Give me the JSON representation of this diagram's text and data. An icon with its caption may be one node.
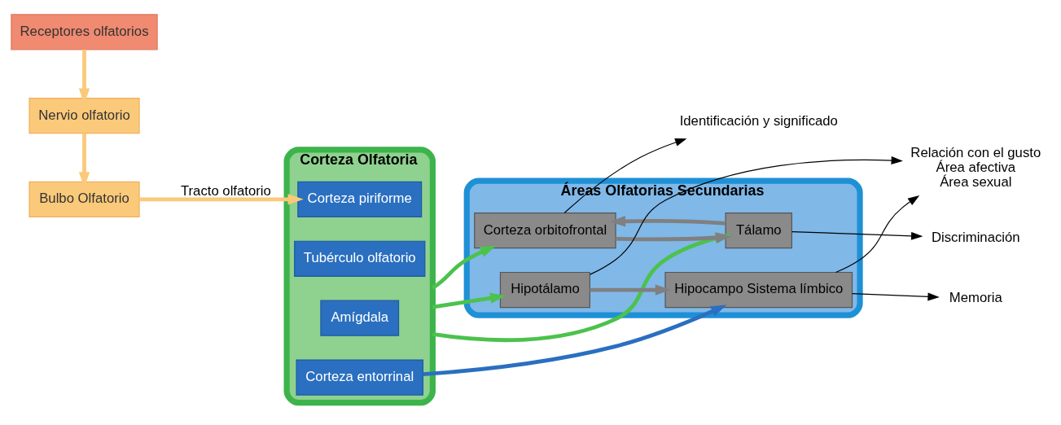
{
  "diagram": {
    "nodes": [
      {
        "text": [
          "Receptores olfatorios"
        ]
      },
      {
        "text": [
          "Nervio olfatorio"
        ]
      },
      {
        "text": [
          "Bulbo Olfatorio"
        ]
      },
      {
        "text": [
          "Corteza Olfatoria"
        ]
      },
      {
        "text": [
          "Corteza piriforme"
        ],
        "in": 3
      },
      {
        "text": [
          "Tubérculo olfatorio"
        ],
        "in": 3
      },
      {
        "text": [
          "Amígdala"
        ],
        "in": 3
      },
      {
        "text": [
          "Corteza entorrinal"
        ],
        "in": 3
      },
      {
        "text": [
          "Áreas Olfatorias Secundarias"
        ]
      },
      {
        "text": [
          "Corteza orbitofrontal"
        ],
        "in": 8
      },
      {
        "text": [
          "Tálamo"
        ],
        "in": 8
      },
      {
        "text": [
          "Hipotálamo"
        ],
        "in": 8
      },
      {
        "text": [
          "Hipocampo Sistema límbico"
        ],
        "in": 8
      },
      {
        "text": [
          "Identificación y significado"
        ]
      },
      {
        "text": [
          "Discriminación"
        ]
      },
      {
        "text": [
          "Relación con el gusto",
          "Área afectiva",
          "Área sexual"
        ]
      },
      {
        "text": [
          "Memoria"
        ]
      }
    ],
    "edges": [
      {
        "from": 0,
        "to": 1,
        "arrow": "to",
        "color": "#fbc97a"
      },
      {
        "from": 1,
        "to": 2,
        "arrow": "to",
        "color": "#fbc97a"
      },
      {
        "from": 2,
        "to": 4,
        "arrow": "to",
        "label": "Tracto olfatorio",
        "color": "#fbc97a"
      },
      {
        "from": 3,
        "to": 9,
        "arrow": "to",
        "color": "#4cc24c"
      },
      {
        "from": 3,
        "to": 10,
        "arrow": "to",
        "color": "#4cc24c"
      },
      {
        "from": 3,
        "to": 11,
        "arrow": "to",
        "color": "#4cc24c"
      },
      {
        "from": 7,
        "to": 12,
        "arrow": "to",
        "color": "#2a6fc0"
      },
      {
        "from": 9,
        "to": 10,
        "arrow": "to",
        "color": "#808080"
      },
      {
        "from": 10,
        "to": 9,
        "arrow": "to",
        "color": "#808080"
      },
      {
        "from": 11,
        "to": 12,
        "arrow": "to",
        "color": "#808080"
      },
      {
        "from": 9,
        "to": 13,
        "arrow": "to"
      },
      {
        "from": 10,
        "to": 14,
        "arrow": "to"
      },
      {
        "from": 11,
        "to": 15,
        "arrow": "to"
      },
      {
        "from": 12,
        "to": 15,
        "arrow": "to"
      },
      {
        "from": 12,
        "to": 16,
        "arrow": "to"
      }
    ]
  }
}
